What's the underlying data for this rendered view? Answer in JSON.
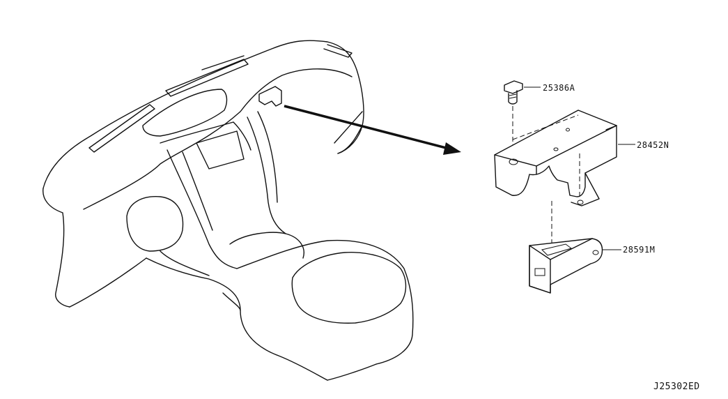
{
  "parts": [
    {
      "number": "25386A"
    },
    {
      "number": "28452N"
    },
    {
      "number": "28591M"
    }
  ],
  "diagram_code": "J25302ED"
}
